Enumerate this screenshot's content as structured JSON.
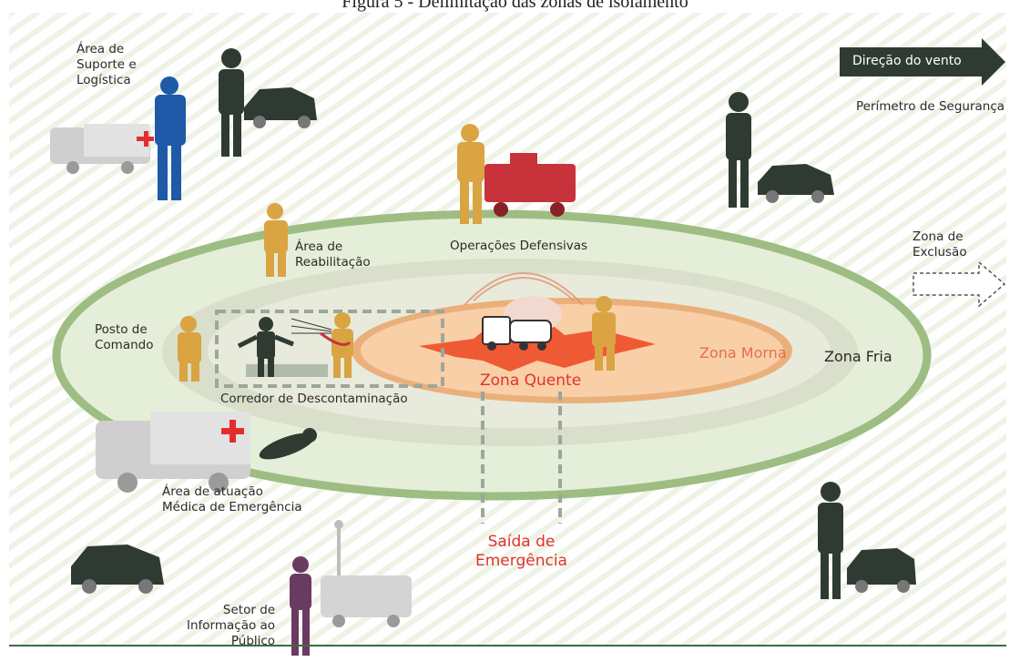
{
  "caption": "Figura 5 - Delimitação das zonas de isolamento",
  "labels": {
    "support_area": "Área de\nSuporte e\nLogística",
    "wind_direction": "Direção do vento",
    "safety_perimeter": "Perímetro de Segurança",
    "exclusion_zone": "Zona de\nExclusão",
    "defensive_ops": "Operações Defensivas",
    "rehab_area": "Área de\nReabilitação",
    "command_post": "Posto de\nComando",
    "decon_corridor": "Corredor de Descontaminação",
    "hot_zone": "Zona Quente",
    "warm_zone": "Zona Morna",
    "cold_zone": "Zona Fria",
    "medical_area": "Área de atuação\nMédica de Emergência",
    "emergency_exit": "Saída de\nEmergência",
    "public_info": "Setor de\nInformação ao\nPúblico"
  },
  "colors": {
    "cold_zone_ring": "#a9c68f",
    "cold_zone_fill": "#e6efd9",
    "warm_zone_fill": "#dfe3d0",
    "hot_zone_fill": "#f7c9a0",
    "hot_zone_ring": "#e9a36f",
    "hot_text": "#e0322a",
    "firefighter": "#d9a441",
    "police": "#2f3b32",
    "blue_worker": "#1e5aa8",
    "fire_truck": "#c7323b",
    "public_person": "#6b3a63"
  }
}
